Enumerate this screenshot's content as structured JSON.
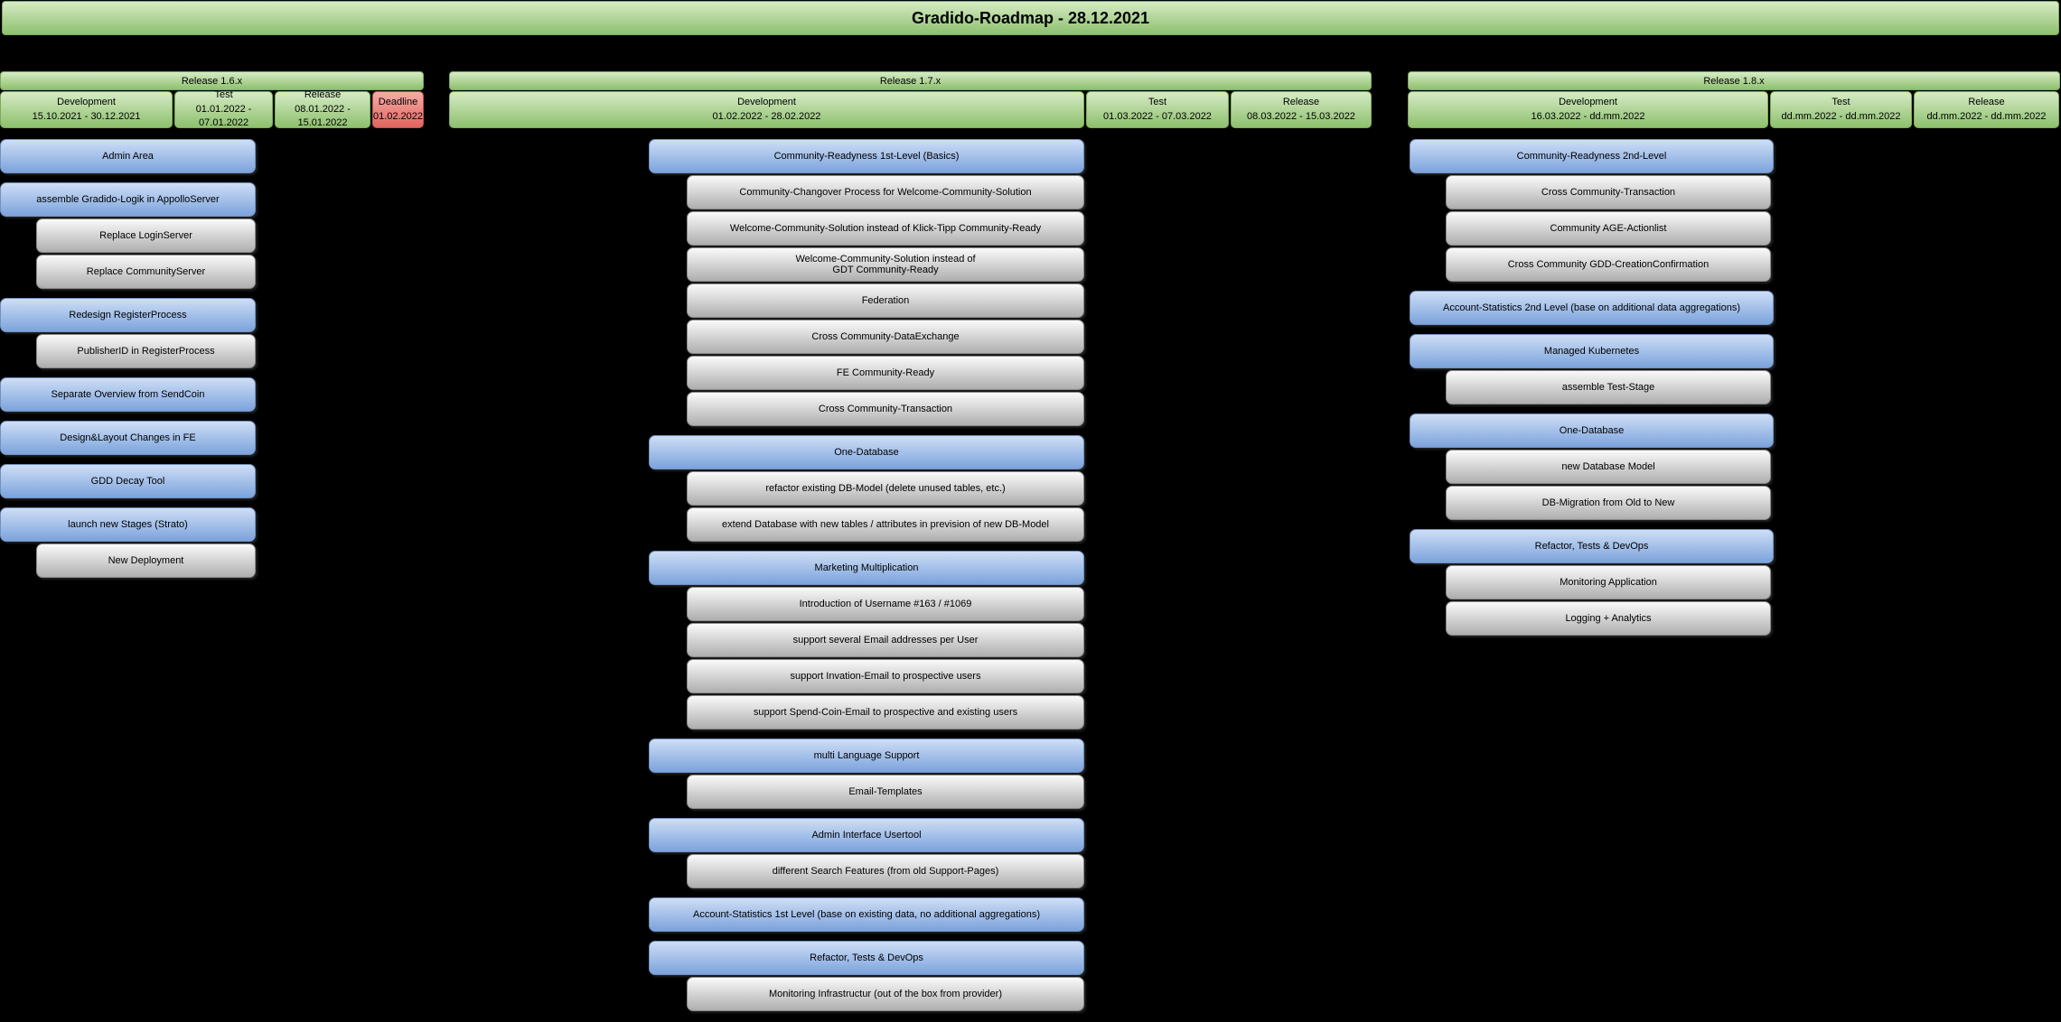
{
  "title": "Gradido-Roadmap - 28.12.2021",
  "colors": {
    "green_light": "#d6ebc6",
    "green_dark": "#8dc06d",
    "green_border": "#7cab5a",
    "red_light": "#f4ada7",
    "red_dark": "#e2645e",
    "red_border": "#b85450",
    "blue_light": "#cedef6",
    "blue_dark": "#7ba3dc",
    "blue_border": "#7191bf",
    "gray_light": "#fafafa",
    "gray_dark": "#aeaeae",
    "gray_border": "#8a8a8a"
  },
  "columns": [
    {
      "release_label": "Release 1.6.x",
      "phases": [
        {
          "name": "Development",
          "dates": "15.10.2021 - 30.12.2021",
          "status": "normal"
        },
        {
          "name": "Test",
          "dates": "01.01.2022 - 07.01.2022",
          "status": "normal"
        },
        {
          "name": "Release",
          "dates": "08.01.2022 - 15.01.2022",
          "status": "normal"
        },
        {
          "name": "Deadline",
          "dates": "01.02.2022",
          "status": "deadline"
        }
      ],
      "groups": [
        {
          "parent": "Admin Area",
          "children": []
        },
        {
          "parent": "assemble Gradido-Logik in AppolloServer",
          "children": [
            "Replace LoginServer",
            "Replace CommunityServer"
          ]
        },
        {
          "parent": "Redesign RegisterProcess",
          "children": [
            "PublisherID in RegisterProcess"
          ]
        },
        {
          "parent": "Separate Overview from SendCoin",
          "children": []
        },
        {
          "parent": "Design&Layout Changes in FE",
          "children": []
        },
        {
          "parent": "GDD Decay Tool",
          "children": []
        },
        {
          "parent": "launch new Stages (Strato)",
          "children": [
            "New Deployment"
          ]
        }
      ]
    },
    {
      "release_label": "Release 1.7.x",
      "phases": [
        {
          "name": "Development",
          "dates": "01.02.2022 - 28.02.2022",
          "status": "normal"
        },
        {
          "name": "Test",
          "dates": "01.03.2022 - 07.03.2022",
          "status": "normal"
        },
        {
          "name": "Release",
          "dates": "08.03.2022 - 15.03.2022",
          "status": "normal"
        }
      ],
      "groups": [
        {
          "parent": "Community-Readyness 1st-Level (Basics)",
          "children": [
            "Community-Changover Process for Welcome-Community-Solution",
            "Welcome-Community-Solution instead of Klick-Tipp Community-Ready",
            "Welcome-Community-Solution instead of\nGDT Community-Ready",
            "Federation",
            "Cross Community-DataExchange",
            "FE Community-Ready",
            "Cross Community-Transaction"
          ]
        },
        {
          "parent": "One-Database",
          "children": [
            "refactor existing DB-Model (delete unused tables, etc.)",
            "extend Database with new tables / attributes in prevision of new DB-Model"
          ]
        },
        {
          "parent": "Marketing Multiplication",
          "children": [
            "Introduction of Username #163 / #1069",
            "support several Email addresses per User",
            "support Invation-Email to prospective users",
            "support Spend-Coin-Email to prospective and existing users"
          ]
        },
        {
          "parent": "multi Language Support",
          "children": [
            "Email-Templates"
          ]
        },
        {
          "parent": "Admin Interface Usertool",
          "children": [
            "different Search Features (from old Support-Pages)"
          ]
        },
        {
          "parent": "Account-Statistics 1st Level (base on existing data, no additional aggregations)",
          "children": []
        },
        {
          "parent": "Refactor, Tests & DevOps",
          "children": [
            "Monitoring Infrastructur (out of the box from provider)"
          ]
        }
      ]
    },
    {
      "release_label": "Release 1.8.x",
      "phases": [
        {
          "name": "Development",
          "dates": "16.03.2022 - dd.mm.2022",
          "status": "normal"
        },
        {
          "name": "Test",
          "dates": "dd.mm.2022 - dd.mm.2022",
          "status": "normal"
        },
        {
          "name": "Release",
          "dates": "dd.mm.2022 - dd.mm.2022",
          "status": "normal"
        }
      ],
      "groups": [
        {
          "parent": "Community-Readyness 2nd-Level",
          "children": [
            "Cross Community-Transaction",
            "Community AGE-Actionlist",
            "Cross Community GDD-CreationConfirmation"
          ]
        },
        {
          "parent": "Account-Statistics 2nd Level (base on additional data aggregations)",
          "children": []
        },
        {
          "parent": "Managed Kubernetes",
          "children": [
            "assemble Test-Stage"
          ]
        },
        {
          "parent": "One-Database",
          "children": [
            "new Database Model",
            "DB-Migration from Old to New"
          ]
        },
        {
          "parent": "Refactor, Tests & DevOps",
          "children": [
            "Monitoring Application",
            "Logging + Analytics"
          ]
        }
      ]
    }
  ]
}
